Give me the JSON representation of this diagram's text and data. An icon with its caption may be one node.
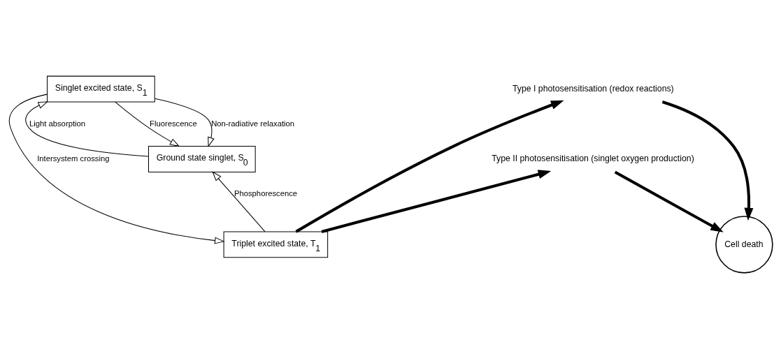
{
  "diagram": {
    "nodes": [
      {
        "text": [
          "Singlet excited state, S$_{1}$"
        ]
      },
      {
        "text": [
          "Ground state singlet, S$_{0}$"
        ]
      },
      {
        "text": [
          "Triplet excited state, T$_{1}$"
        ]
      },
      {
        "text": [
          "Type I photosensitisation (redox reactions)"
        ]
      },
      {
        "text": [
          "Type II photosensitisation (singlet oxygen production)"
        ]
      },
      {
        "text": [
          "Cell death"
        ]
      }
    ],
    "edges": [
      {
        "from": 1,
        "to": 0,
        "arrow": "to",
        "label": "Light absorption"
      },
      {
        "from": 0,
        "to": 1,
        "arrow": "to",
        "label": "Fluorescence"
      },
      {
        "from": 0,
        "to": 1,
        "arrow": "to",
        "label": "Non-radiative relaxation"
      },
      {
        "from": 0,
        "to": 2,
        "arrow": "to",
        "label": "Intersystem crossing"
      },
      {
        "from": 2,
        "to": 1,
        "arrow": "to",
        "label": "Phosphorescence"
      },
      {
        "from": 2,
        "to": 3,
        "arrow": "to",
        "style": "thick"
      },
      {
        "from": 2,
        "to": 4,
        "arrow": "to",
        "style": "thick"
      },
      {
        "from": 3,
        "to": 5,
        "arrow": "to",
        "style": "thick"
      },
      {
        "from": 4,
        "to": 5,
        "arrow": "to",
        "style": "thick"
      }
    ]
  }
}
